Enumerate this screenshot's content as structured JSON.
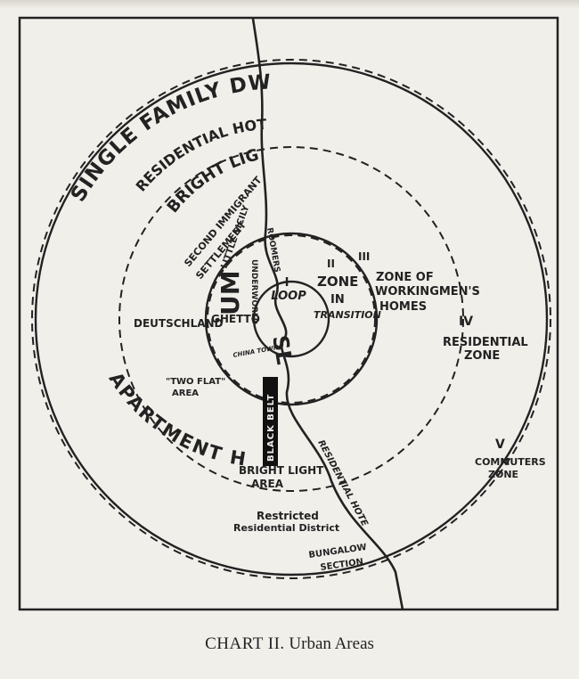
{
  "colors": {
    "ink": "#222222",
    "paper": "#f1efea"
  },
  "caption": {
    "number": "CHART II.",
    "title": "Urban Areas"
  },
  "zones": [
    {
      "numeral": "I",
      "name": "LOOP"
    },
    {
      "numeral": "II",
      "name_line1": "ZONE",
      "name_line2": "IN",
      "name_line3": "TRANSITION"
    },
    {
      "numeral": "III",
      "name_line1": "ZONE OF",
      "name_line2": "WORKINGMEN'S",
      "name_line3": "HOMES"
    },
    {
      "numeral": "IV",
      "name_line1": "RESIDENTIAL",
      "name_line2": "ZONE"
    },
    {
      "numeral": "V",
      "name_line1": "COMMUTERS",
      "name_line2": "ZONE"
    }
  ],
  "labels": {
    "single_family": "SINGLE FAMILY DWELLINGS",
    "residential_hotels": "RESIDENTIAL HOTELS",
    "bright_light_area": "BRIGHT LIGHT AREA",
    "second_immigrant_1": "SECOND IMMIGRANT",
    "second_immigrant_2": "SETTLEMENT",
    "apartment_houses": "APARTMENT HOUSES",
    "little_sicily": "LITTLE SICILY",
    "underworld": "UNDERWORLD",
    "roomers": "ROOMERS",
    "slum": "SLUM",
    "deutschland": "DEUTSCHLAND",
    "ghetto": "GHETTO",
    "chinatown": "CHINA TOWN",
    "two_flat_1": "\"TWO FLAT\"",
    "two_flat_2": "AREA",
    "black_belt": "BLACK BELT",
    "bright_light_lower_1": "BRIGHT LIGHT",
    "bright_light_lower_2": "AREA",
    "restricted_1": "Restricted",
    "restricted_2": "Residential District",
    "residential_hotels_lower": "RESIDENTIAL HOTELS",
    "bungalow_1": "BUNGALOW",
    "bungalow_2": "SECTION"
  }
}
